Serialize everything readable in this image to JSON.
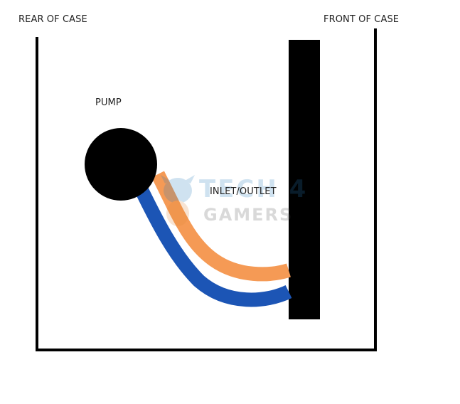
{
  "labels": {
    "rear": "REAR OF CASE",
    "front": "FRONT OF CASE",
    "pump": "PUMP",
    "inlet_outlet": "INLET/OUTLET"
  },
  "watermark": {
    "line1": "TECH 4",
    "line2": "GAMERS"
  },
  "colors": {
    "case_outline": "#000000",
    "radiator": "#000000",
    "pump": "#000000",
    "tube_upper": "#f59a55",
    "tube_lower": "#1c55b5",
    "background": "#ffffff"
  }
}
